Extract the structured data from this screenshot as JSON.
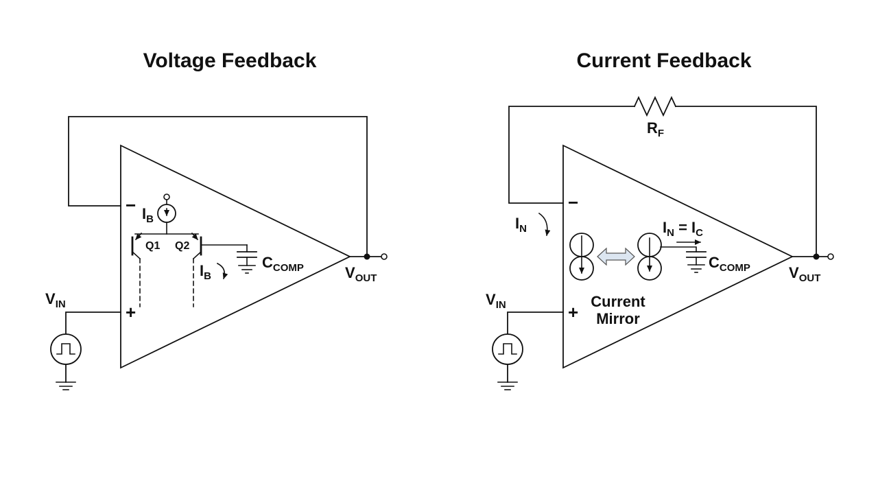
{
  "colors": {
    "stroke": "#111111",
    "block_arrow_fill": "#dce6f1",
    "background": "#ffffff"
  },
  "voltage_feedback": {
    "title": "Voltage Feedback",
    "inverting_input": "−",
    "noninverting_input": "+",
    "tail_current": {
      "main": "I",
      "sub": "B"
    },
    "transistor_q1": "Q1",
    "transistor_q2": "Q2",
    "slew_current": {
      "main": "I",
      "sub": "B"
    },
    "comp_cap": {
      "main": "C",
      "sub": "COMP"
    },
    "input": {
      "main": "V",
      "sub": "IN"
    },
    "output": {
      "main": "V",
      "sub": "OUT"
    }
  },
  "current_feedback": {
    "title": "Current Feedback",
    "feedback_resistor": {
      "main": "R",
      "sub": "F"
    },
    "inverting_input": "−",
    "noninverting_input": "+",
    "inverting_current": {
      "main": "I",
      "sub": "N"
    },
    "mirror_equation": {
      "i1": "I",
      "s1": "N",
      "eq": " = ",
      "i2": "I",
      "s2": "C"
    },
    "mirror_label": {
      "line1": "Current",
      "line2": "Mirror"
    },
    "comp_cap": {
      "main": "C",
      "sub": "COMP"
    },
    "input": {
      "main": "V",
      "sub": "IN"
    },
    "output": {
      "main": "V",
      "sub": "OUT"
    }
  }
}
